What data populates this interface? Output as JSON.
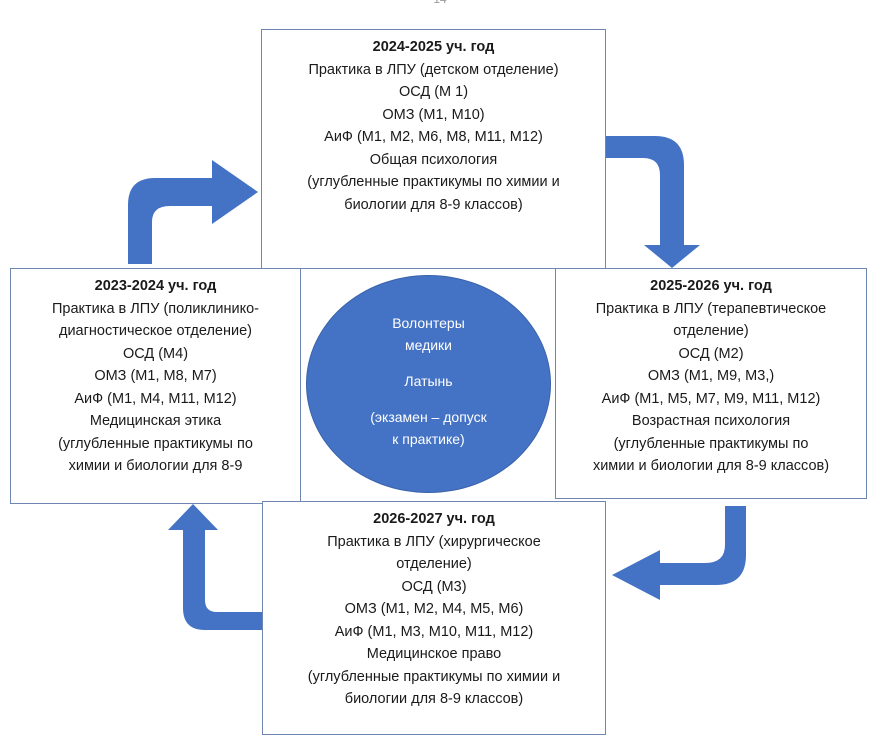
{
  "page_number": "14",
  "colors": {
    "arrow": "#4472c4",
    "circle": "#4472c4",
    "box_border": "#6f86b3"
  },
  "center": {
    "lines": [
      "Волонтеры",
      "медики",
      "Латынь",
      "(экзамен – допуск",
      "к практике)"
    ]
  },
  "boxes": {
    "top": {
      "title": "2024-2025 уч. год",
      "lines": [
        "Практика в ЛПУ  (детском отделение)",
        "ОСД  (М 1)",
        "ОМЗ (М1, М10)",
        "АиФ (М1, М2, М6, М8, М11, М12)",
        "Общая психология",
        "(углубленные практикумы по химии и",
        "биологии для 8-9 классов)"
      ]
    },
    "right": {
      "title": "2025-2026 уч. год",
      "lines": [
        "Практика в ЛПУ  (терапевтическое",
        "отделение)",
        "ОСД (М2)",
        "ОМЗ (М1, М9, М3,)",
        "АиФ (М1, М5, М7, М9, М11, М12)",
        "Возрастная психология",
        "(углубленные практикумы по",
        "химии и биологии для 8-9 классов)"
      ]
    },
    "bottom": {
      "title": "2026-2027 уч. год",
      "lines": [
        "Практика в ЛПУ  (хирургическое",
        "отделение)",
        "ОСД (М3)",
        "ОМЗ (М1, М2, М4, М5, М6)",
        "АиФ (М1, М3, М10, М11, М12)",
        "Медицинское право",
        "(углубленные практикумы по химии и",
        "биологии для 8-9 классов)"
      ]
    },
    "left": {
      "title": "2023-2024 уч. год",
      "lines": [
        "Практика в ЛПУ  (поликлинико-",
        "диагностическое отделение)",
        "ОСД (М4)",
        "ОМЗ (М1, М8, М7)",
        "АиФ (М1, М4, М11, М12)",
        "Медицинская этика",
        "(углубленные практикумы по",
        "химии и биологии для 8-9"
      ]
    }
  },
  "arrows": [
    {
      "from": "left",
      "to": "top",
      "direction": "right"
    },
    {
      "from": "top",
      "to": "right",
      "direction": "down"
    },
    {
      "from": "right",
      "to": "bottom",
      "direction": "left"
    },
    {
      "from": "bottom",
      "to": "left",
      "direction": "up"
    }
  ]
}
